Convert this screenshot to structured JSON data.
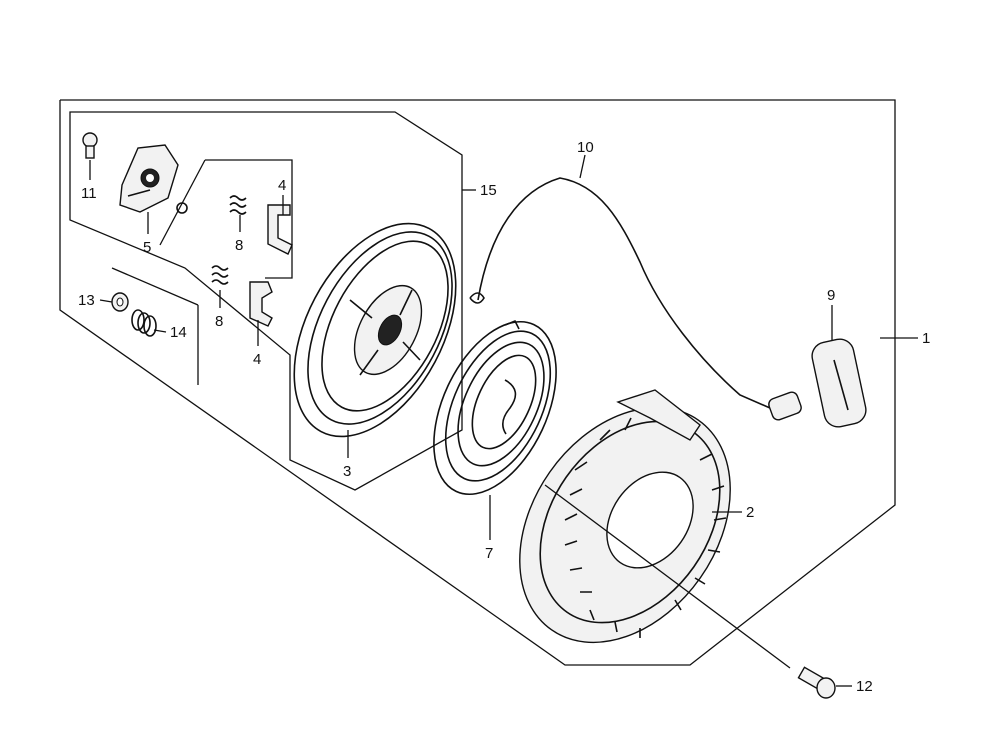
{
  "diagram": {
    "callouts": [
      {
        "id": "c1",
        "label": "1"
      },
      {
        "id": "c2",
        "label": "2"
      },
      {
        "id": "c3",
        "label": "3"
      },
      {
        "id": "c4a",
        "label": "4"
      },
      {
        "id": "c4b",
        "label": "4"
      },
      {
        "id": "c5",
        "label": "5"
      },
      {
        "id": "c7",
        "label": "7"
      },
      {
        "id": "c8a",
        "label": "8"
      },
      {
        "id": "c8b",
        "label": "8"
      },
      {
        "id": "c9",
        "label": "9"
      },
      {
        "id": "c10",
        "label": "10"
      },
      {
        "id": "c11",
        "label": "11"
      },
      {
        "id": "c12",
        "label": "12"
      },
      {
        "id": "c13",
        "label": "13"
      },
      {
        "id": "c14",
        "label": "14"
      },
      {
        "id": "c15",
        "label": "15"
      }
    ]
  }
}
